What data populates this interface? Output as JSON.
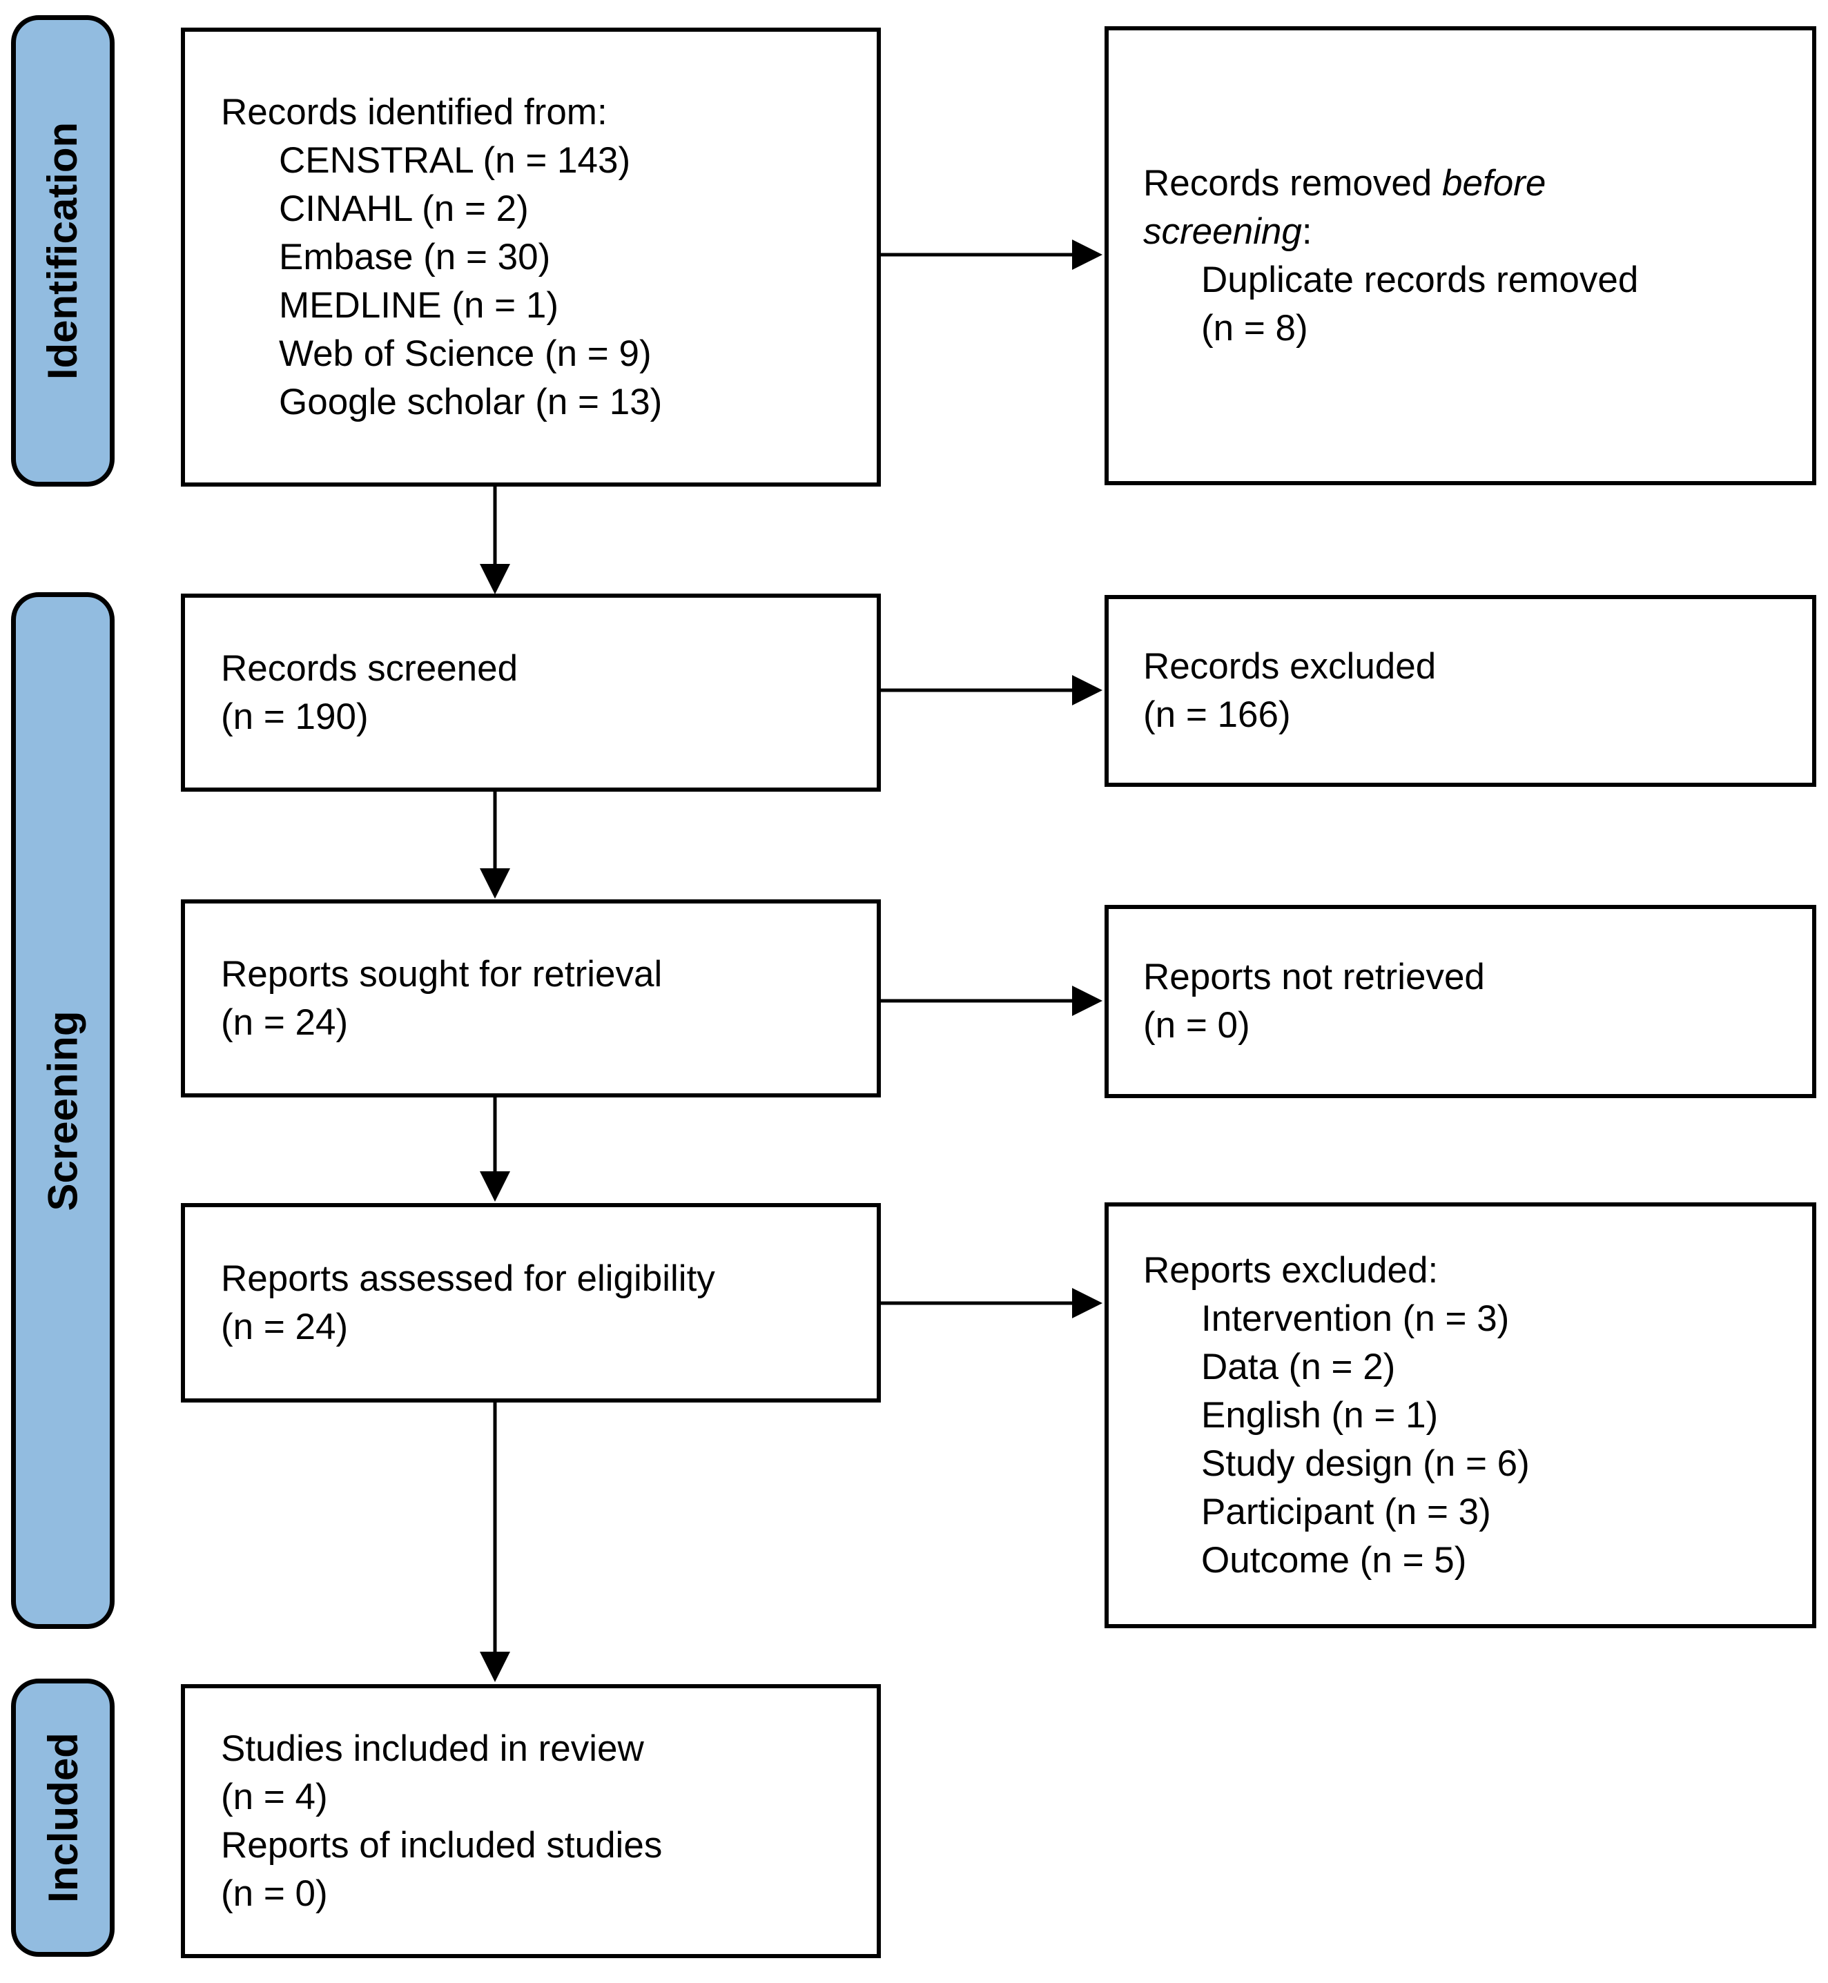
{
  "colors": {
    "stage_fill": "#92BCE0",
    "stage_border": "#000000",
    "box_border": "#000000",
    "arrow": "#000000",
    "page_bg": "#FFFFFF"
  },
  "stages": {
    "identification": {
      "label": "Identification"
    },
    "screening": {
      "label": "Screening"
    },
    "included": {
      "label": "Included"
    }
  },
  "boxes": {
    "records_identified": {
      "title": "Records identified from:",
      "items": [
        "CENSTRAL (n = 143)",
        "CINAHL (n = 2)",
        "Embase (n = 30)",
        "MEDLINE (n = 1)",
        "Web of Science (n = 9)",
        "Google scholar (n = 13)"
      ]
    },
    "records_removed": {
      "line1_normal": "Records removed ",
      "line1_italic": "before",
      "line2_italic": "screening",
      "line2_normal": ":",
      "items": [
        "Duplicate records removed",
        "(n = 8)"
      ]
    },
    "records_screened": {
      "lines": [
        "Records screened",
        "(n = 190)"
      ]
    },
    "records_excluded": {
      "lines": [
        "Records excluded",
        "(n = 166)"
      ]
    },
    "reports_sought": {
      "lines": [
        "Reports sought for retrieval",
        "(n = 24)"
      ]
    },
    "reports_not_retrieved": {
      "lines": [
        "Reports not retrieved",
        "(n = 0)"
      ]
    },
    "reports_assessed": {
      "lines": [
        "Reports assessed for eligibility",
        "(n = 24)"
      ]
    },
    "reports_excluded": {
      "title": "Reports excluded:",
      "items": [
        "Intervention (n = 3)",
        "Data (n = 2)",
        "English (n = 1)",
        "Study design (n = 6)",
        "Participant (n = 3)",
        "Outcome (n = 5)"
      ]
    },
    "studies_included": {
      "lines": [
        "Studies included in review",
        "(n = 4)",
        "Reports of included studies",
        "(n = 0)"
      ]
    }
  }
}
